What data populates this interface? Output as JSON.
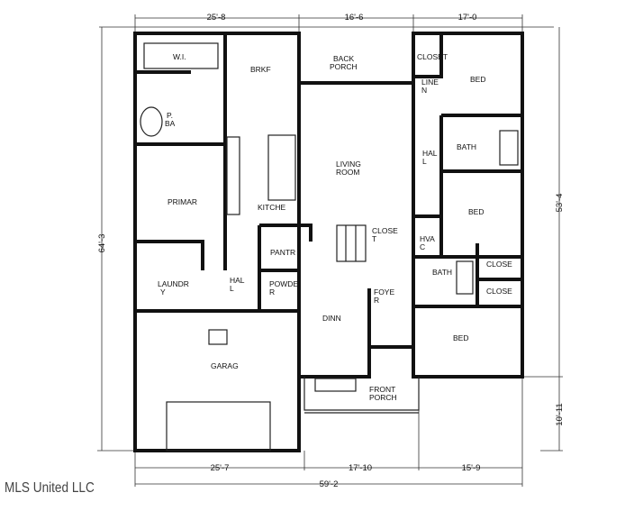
{
  "dimensions": {
    "top": [
      "25'-8",
      "16'-6",
      "17'-0"
    ],
    "bottom": [
      "25'-7",
      "17'-10",
      "15'-9"
    ],
    "overall_width": "59'-2",
    "left_depth": "64'-3",
    "right_depth": "53'-4",
    "right_porch_depth": "10'-11"
  },
  "rooms": {
    "wi": "W.I.",
    "brkf": "BRKF",
    "back_porch_1": "BACK",
    "back_porch_2": "PORCH",
    "closet_top": "CLOSET",
    "bed_1": "BED",
    "line_1": "LINE",
    "line_2": "N",
    "p_ba_1": "P.",
    "p_ba_2": "BA",
    "hall_right_1": "HAL",
    "hall_right_2": "L",
    "bath_top": "BATH",
    "living_1": "LIVING",
    "living_2": "ROOM",
    "primary": "PRIMAR",
    "kitchen": "KITCHE",
    "bed_2": "BED",
    "closet_mid_1": "CLOSE",
    "closet_mid_2": "T",
    "hvac_1": "HVA",
    "hvac_2": "C",
    "pantry": "PANTR",
    "bath_3": "BATH",
    "closet_r1": "CLOSE",
    "laundry_1": "LAUNDR",
    "laundry_2": "Y",
    "hall_left_1": "HAL",
    "hall_left_2": "L",
    "powder_1": "POWDE",
    "powder_2": "R",
    "foyer_1": "FOYE",
    "foyer_2": "R",
    "closet_r2": "CLOSE",
    "dining": "DINN",
    "bed_3": "BED",
    "garage": "GARAG",
    "front_porch_1": "FRONT",
    "front_porch_2": "PORCH"
  },
  "watermark": "MLS United LLC"
}
